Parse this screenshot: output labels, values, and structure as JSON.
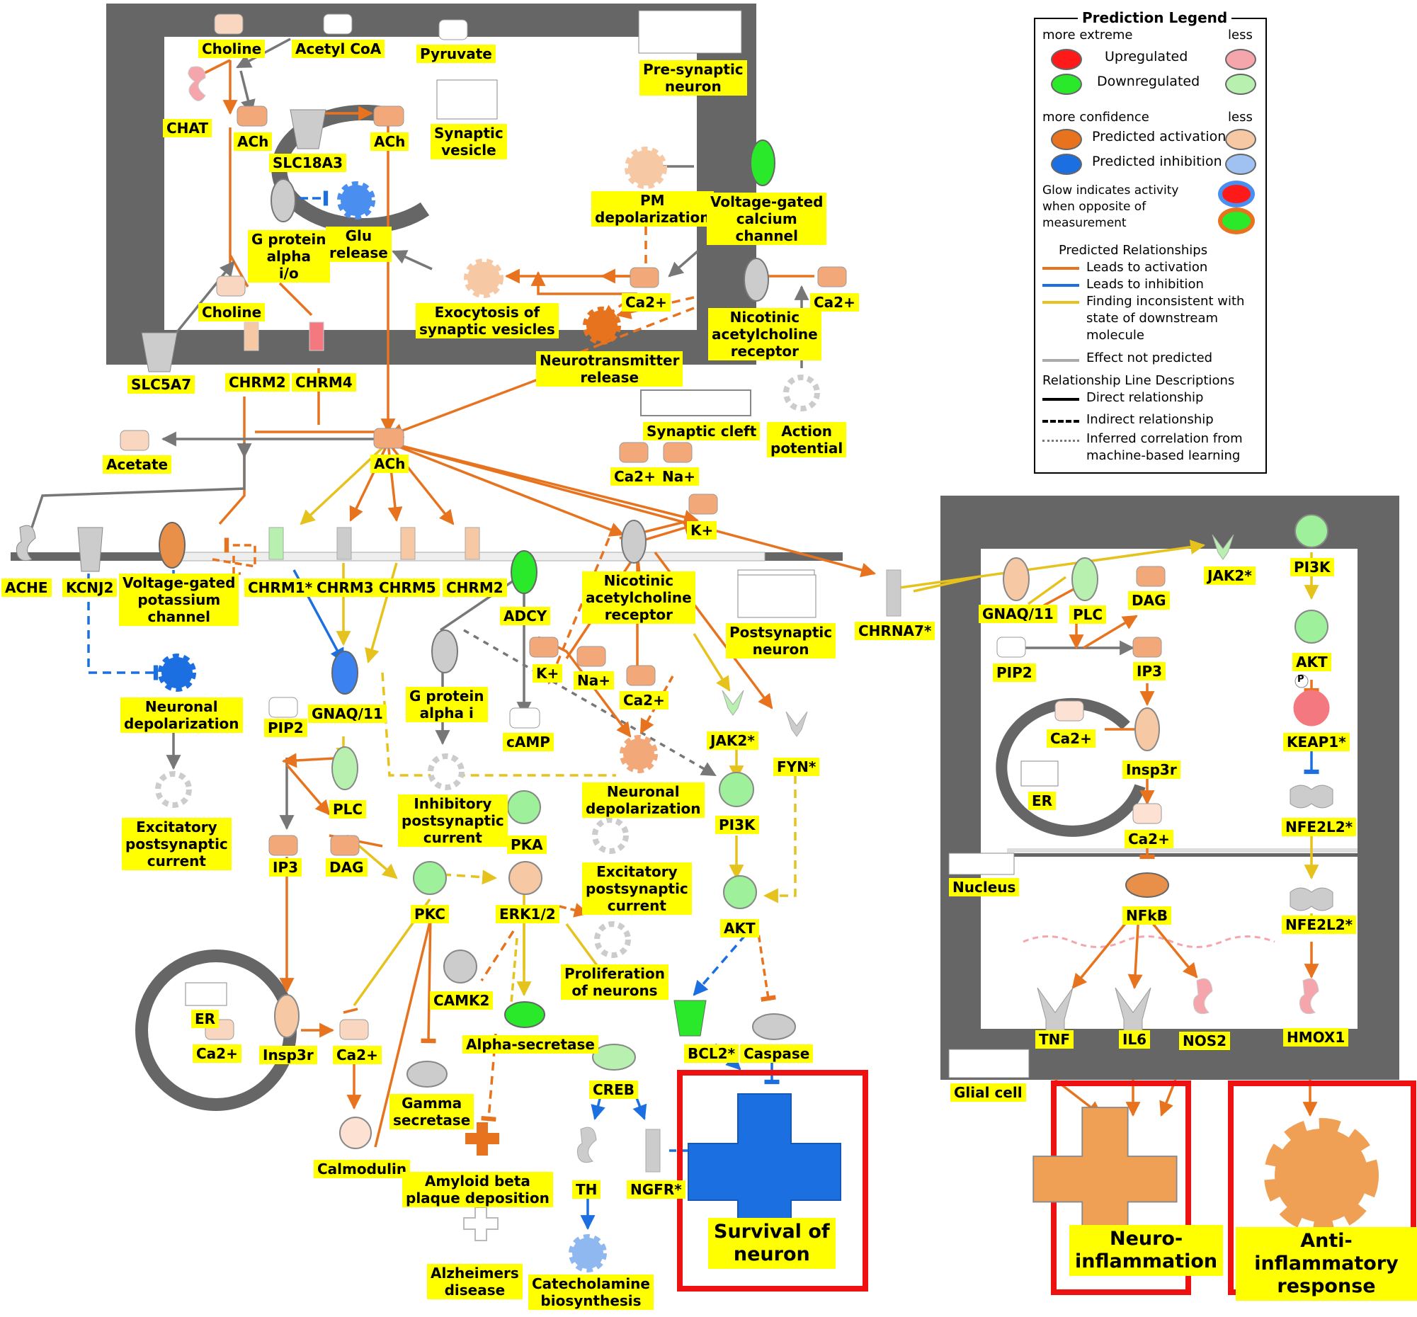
{
  "labels": {
    "choline_top": "Choline",
    "acetyl_coa": "Acetyl CoA",
    "pyruvate": "Pyruvate",
    "presynaptic_neuron": "Pre-synaptic\nneuron",
    "chat": "CHAT",
    "ach_1": "ACh",
    "slc18a3": "SLC18A3",
    "ach_2": "ACh",
    "synaptic_vesicle": "Synaptic\nvesicle",
    "pm_depolarization": "PM\ndepolarization",
    "vg_calcium_channel": "Voltage-gated\ncalcium\nchannel",
    "g_protein_alpha_io": "G protein\nalpha\ni/o",
    "glu_release": "Glu\nrelease",
    "choline_mid": "Choline",
    "exocytosis": "Exocytosis of\nsynaptic vesicles",
    "ca2_pre": "Ca2+",
    "ca2_pre_right": "Ca2+",
    "nachr_pre": "Nicotinic\nacetylcholine\nreceptor",
    "nt_release": "Neurotransmitter\nrelease",
    "slc5a7": "SLC5A7",
    "chrm2_pre": "CHRM2",
    "chrm4": "CHRM4",
    "synaptic_cleft": "Synaptic cleft",
    "action_potential": "Action\npotential",
    "acetate": "Acetate",
    "ach_cleft": "ACh",
    "ca2_cleft": "Ca2+",
    "na_cleft": "Na+",
    "k_cleft": "K+",
    "ache": "ACHE",
    "kcnj2": "KCNJ2",
    "vg_potassium_channel": "Voltage-gated\npotassium\nchannel",
    "chrm1": "CHRM1*",
    "chrm3": "CHRM3",
    "chrm5": "CHRM5",
    "chrm2_post": "CHRM2",
    "adcy": "ADCY",
    "nachr_post": "Nicotinic\nacetylcholine\nreceptor",
    "postsynaptic_neuron": "Postsynaptic\nneuron",
    "chrna7": "CHRNA7*",
    "k_post": "K+",
    "na_post": "Na+",
    "ca2_post": "Ca2+",
    "neuronal_depol_left": "Neuronal\ndepolarization",
    "gnaq_post": "GNAQ/11",
    "g_protein_alpha_i": "G protein\nalpha i",
    "jak2_post": "JAK2*",
    "fyn": "FYN*",
    "pip2_post": "PIP2",
    "camp": "cAMP",
    "plc_post": "PLC",
    "inhibitory_psc": "Inhibitory\npostsynaptic\ncurrent",
    "neuronal_depol_mid": "Neuronal\ndepolarization",
    "pi3k_post": "PI3K",
    "excitatory_psc_left": "Excitatory\npostsynaptic\ncurrent",
    "pka": "PKA",
    "ip3_post": "IP3",
    "dag_post": "DAG",
    "excitatory_psc_mid": "Excitatory\npostsynaptic\ncurrent",
    "pkc": "PKC",
    "erk12": "ERK1/2",
    "akt_post": "AKT",
    "camk2": "CAMK2",
    "proliferation": "Proliferation\nof neurons",
    "er_post": "ER",
    "ca2_er": "Ca2+",
    "insp3r_post": "Insp3r",
    "ca2_cyto": "Ca2+",
    "alpha_secretase": "Alpha-secretase",
    "bcl2": "BCL2*",
    "caspase": "Caspase",
    "gamma_secretase": "Gamma\nsecretase",
    "creb": "CREB",
    "calmodulin": "Calmodulin",
    "amyloid": "Amyloid beta\nplaque deposition",
    "th": "TH",
    "ngfr": "NGFR*",
    "survival": "Survival of\nneuron",
    "alzheimers": "Alzheimers\ndisease",
    "catecholamine": "Catecholamine\nbiosynthesis",
    "gnaq_glia": "GNAQ/11",
    "plc_glia": "PLC",
    "dag_glia": "DAG",
    "jak2_glia": "JAK2*",
    "pi3k_glia": "PI3K",
    "pip2_glia": "PIP2",
    "ip3_glia": "IP3",
    "akt_glia": "AKT",
    "ca2_glia": "Ca2+",
    "insp3r_glia": "Insp3r",
    "keap1": "KEAP1*",
    "er_glia": "ER",
    "nfe2l2_a": "NFE2L2*",
    "ca2_glia_low": "Ca2+",
    "nucleus": "Nucleus",
    "nfkb": "NFkB",
    "nfe2l2_b": "NFE2L2*",
    "tnf": "TNF",
    "il6": "IL6",
    "nos2": "NOS2",
    "hmox1": "HMOX1",
    "glial_cell": "Glial cell",
    "neuroinflammation": "Neuro-\ninflammation",
    "anti_inflammatory": "Anti-inflammatory\nresponse",
    "p_badge": "P"
  },
  "legend": {
    "title": "Prediction Legend",
    "more_extreme": "more extreme",
    "less_1": "less",
    "upregulated": "Upregulated",
    "downregulated": "Downregulated",
    "more_confidence": "more confidence",
    "less_2": "less",
    "predicted_activation": "Predicted activation",
    "predicted_inhibition": "Predicted inhibition",
    "glow_1": "Glow indicates activity",
    "glow_2": "when opposite of",
    "glow_3": "measurement",
    "predicted_relationships": "Predicted Relationships",
    "leads_activation": "Leads to activation",
    "leads_inhibition": "Leads to inhibition",
    "inconsistent_1": "Finding inconsistent with",
    "inconsistent_2": "state of downstream",
    "inconsistent_3": "molecule",
    "not_predicted": "Effect not predicted",
    "line_desc": "Relationship Line Descriptions",
    "direct": "Direct relationship",
    "indirect": "Indirect relationship",
    "inferred_1": "Inferred correlation from",
    "inferred_2": "machine-based learning"
  },
  "colors": {
    "activation": "#e8731e",
    "activation_light": "#f6c8a4",
    "inhibition": "#1b6fe0",
    "inhibition_light": "#9fc2f2",
    "upregulated": "#ff1a1a",
    "upregulated_light": "#f4a6ac",
    "downregulated": "#2ae82a",
    "downregulated_light": "#b8f0b0",
    "inconsistent": "#e6c21c",
    "not_predicted": "#7a7a7a",
    "membrane": "#666666",
    "label_bg": "#ffff00",
    "highlight_box": "#ee1111"
  }
}
